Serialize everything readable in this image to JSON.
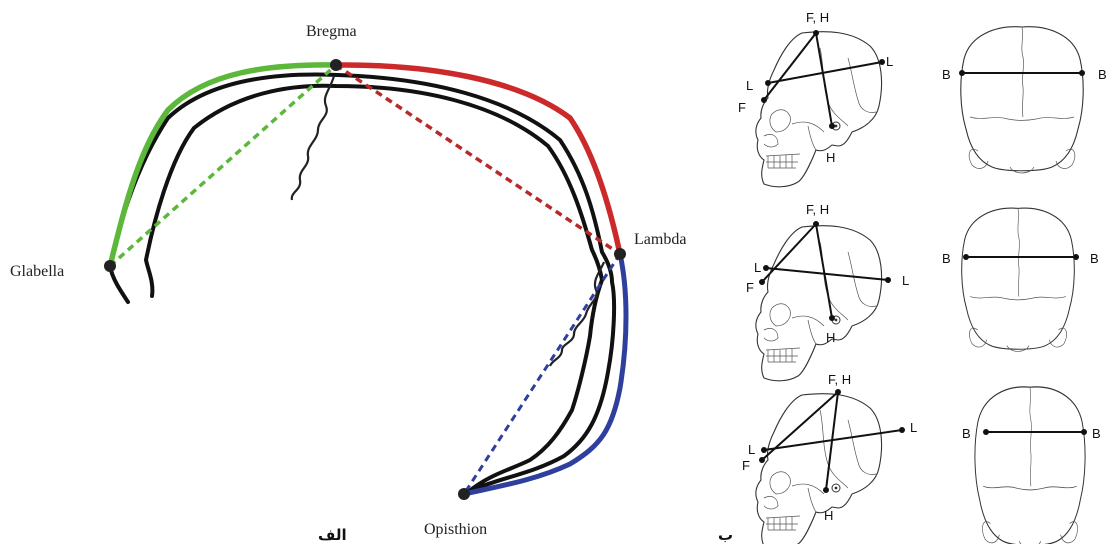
{
  "panel_a": {
    "caption": "الف",
    "landmarks": {
      "bregma": "Bregma",
      "glabella": "Glabella",
      "lambda": "Lambda",
      "opisthion": "Opisthion"
    },
    "colors": {
      "frontal_arc": "#5cb83a",
      "parietal_arc": "#cc2a2a",
      "occipital_arc": "#2f3f9e",
      "skull_outline": "#111111"
    }
  },
  "panel_b": {
    "caption": "ب",
    "rows": [
      {
        "lateral_labels": {
          "fh_top": "F, H",
          "l_left": "L",
          "l_right": "L",
          "f": "F",
          "h_bottom": "H"
        },
        "superior_labels": {
          "b_left": "B",
          "b_right": "B"
        }
      },
      {
        "lateral_labels": {
          "fh_top": "F, H",
          "l_left": "L",
          "l_right": "L",
          "f": "F",
          "h_bottom": "H"
        },
        "superior_labels": {
          "b_left": "B",
          "b_right": "B"
        }
      },
      {
        "lateral_labels": {
          "fh_top": "F, H",
          "l_left": "L",
          "l_right": "L",
          "f": "F",
          "h_bottom": "H"
        },
        "superior_labels": {
          "b_left": "B",
          "b_right": "B"
        }
      }
    ]
  }
}
